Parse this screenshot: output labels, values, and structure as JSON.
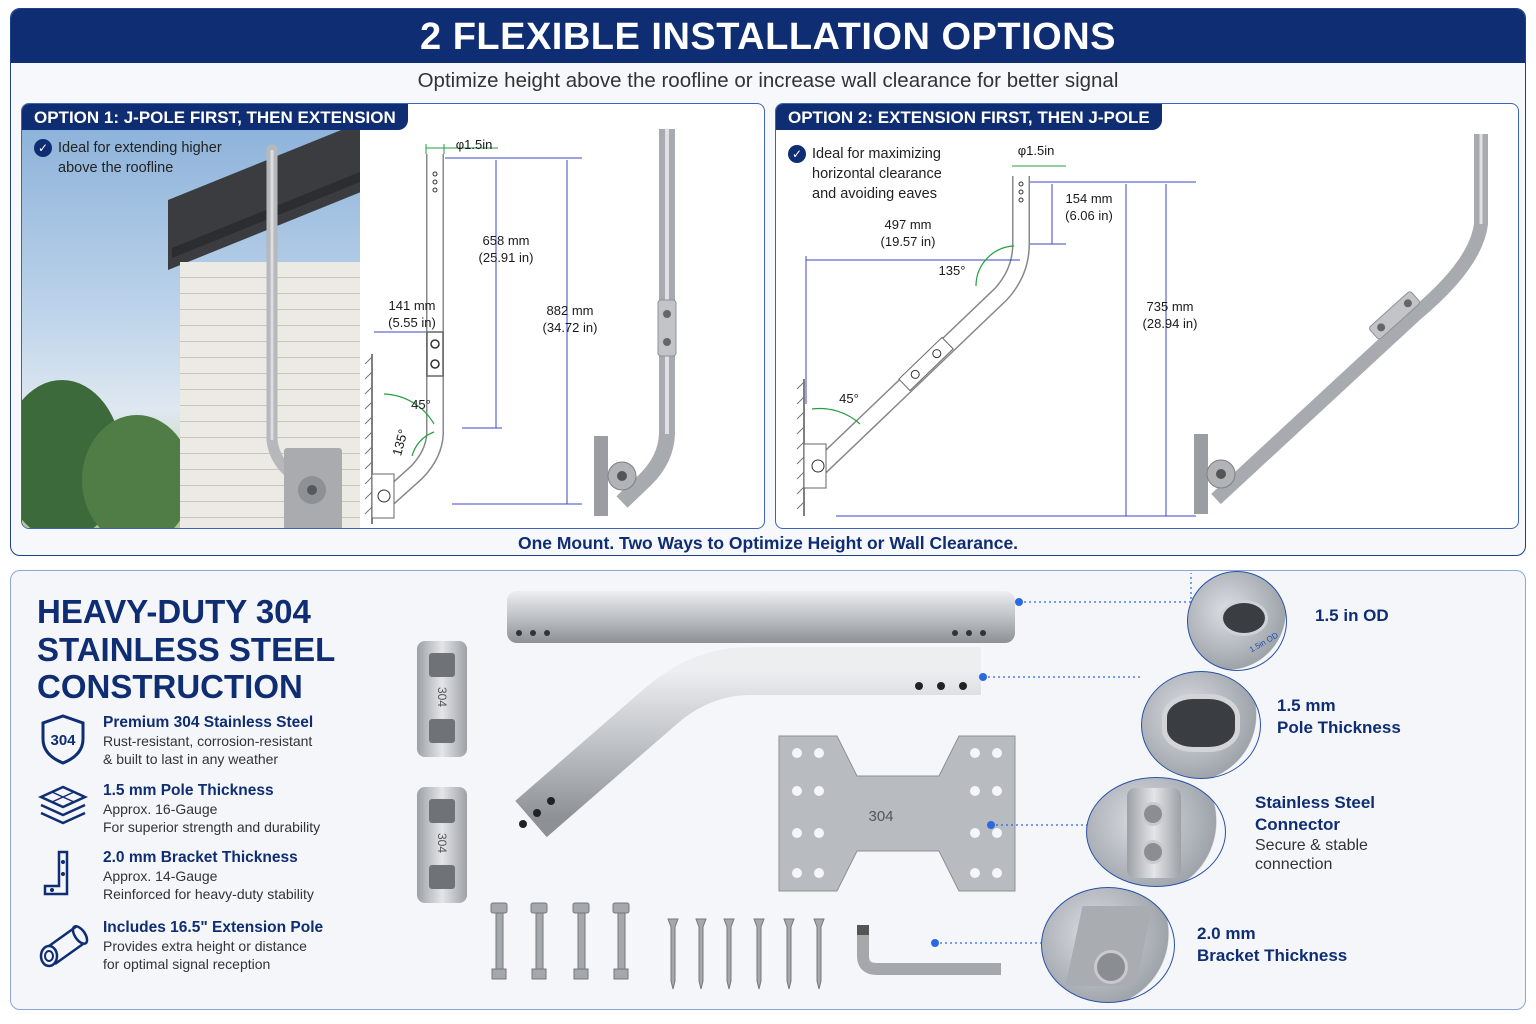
{
  "header": {
    "title": "2 FLEXIBLE INSTALLATION OPTIONS",
    "subtitle": "Optimize height above the roofline or increase wall clearance for better signal"
  },
  "option1": {
    "tab": "OPTION 1: J-POLE FIRST, THEN EXTENSION",
    "note": "Ideal for extending higher above the roofline",
    "dims": {
      "diameter": "φ1.5in",
      "upper_mm": "658 mm",
      "upper_in": "(25.91 in)",
      "offset_mm": "141 mm",
      "offset_in": "(5.55 in)",
      "total_mm": "882 mm",
      "total_in": "(34.72 in)",
      "angle_45": "45°",
      "angle_135": "135°"
    }
  },
  "option2": {
    "tab": "OPTION 2: EXTENSION FIRST, THEN J-POLE",
    "note": "Ideal for maximizing horizontal clearance and avoiding eaves",
    "dims": {
      "diameter": "φ1.5in",
      "top_mm": "154 mm",
      "top_in": "(6.06 in)",
      "reach_mm": "497 mm",
      "reach_in": "(19.57 in)",
      "total_mm": "735 mm",
      "total_in": "(28.94 in)",
      "angle_45": "45°",
      "angle_135": "135°"
    }
  },
  "caption": "One Mount. Two Ways to Optimize Height or Wall Clearance.",
  "construction": {
    "title_lines": [
      "HEAVY-DUTY 304",
      "STAINLESS STEEL",
      "CONSTRUCTION"
    ],
    "badge": "304",
    "features": [
      {
        "title": "Premium 304 Stainless Steel",
        "desc": [
          "Rust-resistant, corrosion-resistant",
          "& built to last in any weather"
        ]
      },
      {
        "title": "1.5 mm Pole Thickness",
        "desc": [
          "Approx. 16-Gauge",
          "For superior strength and durability"
        ]
      },
      {
        "title": "2.0 mm Bracket Thickness",
        "desc": [
          "Approx. 14-Gauge",
          "Reinforced for heavy-duty stability"
        ]
      },
      {
        "title": "Includes 16.5\" Extension Pole",
        "desc": [
          "Provides extra height or distance",
          "for optimal signal reception"
        ]
      }
    ],
    "plate_label": "304",
    "connector_label": "304",
    "od_tag": "1.5in OD"
  },
  "callouts": [
    {
      "title": [
        "1.5 in OD"
      ],
      "sub": []
    },
    {
      "title": [
        "1.5 mm",
        "Pole Thickness"
      ],
      "sub": []
    },
    {
      "title": [
        "Stainless Steel",
        "Connector"
      ],
      "sub": [
        "Secure & stable",
        "connection"
      ]
    },
    {
      "title": [
        "2.0 mm",
        "Bracket Thickness"
      ],
      "sub": []
    }
  ],
  "colors": {
    "navy": "#0f2d72",
    "accent": "#2a6ae0",
    "steel": "#b9bcc1"
  }
}
